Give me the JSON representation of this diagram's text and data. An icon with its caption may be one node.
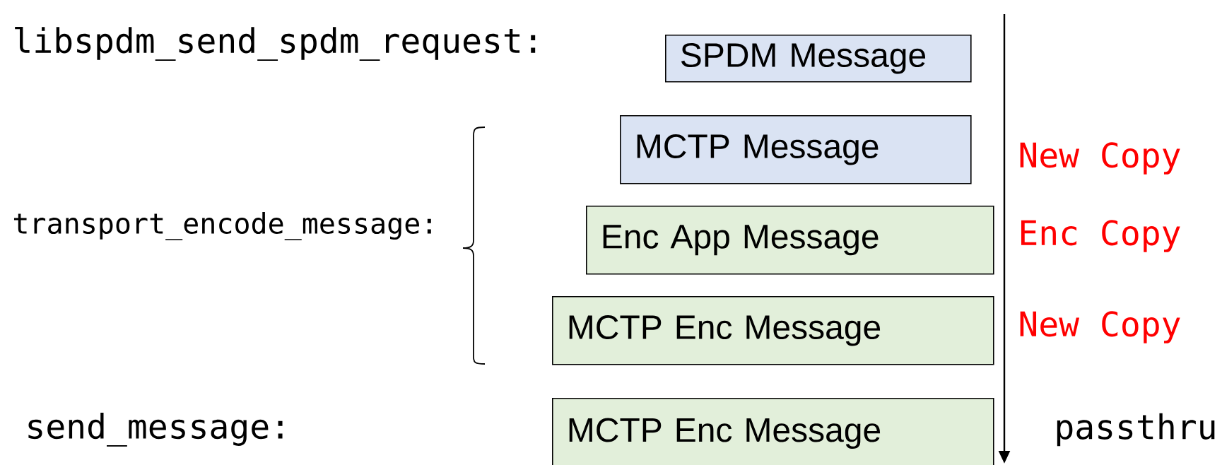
{
  "diagram": {
    "nodes": [
      {
        "text": [
          "SPDM Message"
        ]
      },
      {
        "text": [
          "MCTP Message"
        ]
      },
      {
        "text": [
          "Enc App Message"
        ]
      },
      {
        "text": [
          "MCTP Enc Message"
        ]
      },
      {
        "text": [
          "MCTP Enc Message"
        ]
      }
    ],
    "labels": [
      "libspdm_send_spdm_request:",
      "transport_encode_message:",
      "send_message:",
      "New Copy",
      "Enc Copy",
      "New Copy",
      "passthru"
    ]
  }
}
